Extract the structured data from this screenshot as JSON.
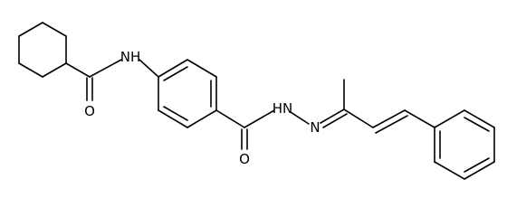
{
  "molecule": {
    "atoms": {
      "nh": "NH",
      "amide_o": "O",
      "hydrazone_nh": "HN",
      "imine_n": "N",
      "carbonyl_o": "O"
    }
  }
}
